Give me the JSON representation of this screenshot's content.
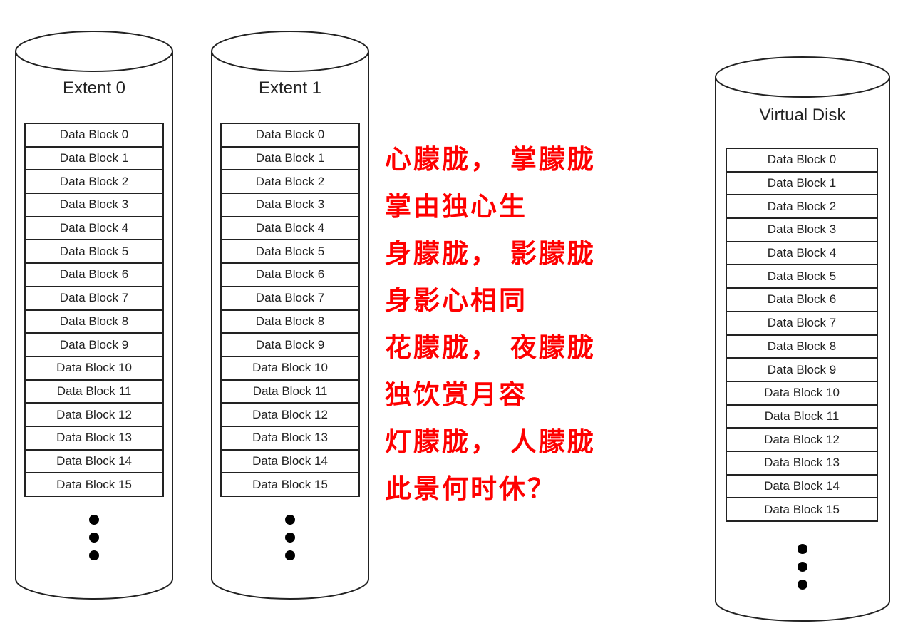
{
  "cylinders": [
    {
      "id": "extent-0",
      "title": "Extent 0",
      "blocks": [
        "Data Block 0",
        "Data Block 1",
        "Data Block 2",
        "Data Block 3",
        "Data Block 4",
        "Data Block 5",
        "Data Block 6",
        "Data Block 7",
        "Data Block 8",
        "Data Block 9",
        "Data Block 10",
        "Data Block 11",
        "Data Block 12",
        "Data Block 13",
        "Data Block 14",
        "Data Block 15"
      ]
    },
    {
      "id": "extent-1",
      "title": "Extent 1",
      "blocks": [
        "Data Block 0",
        "Data Block 1",
        "Data Block 2",
        "Data Block 3",
        "Data Block 4",
        "Data Block 5",
        "Data Block 6",
        "Data Block 7",
        "Data Block 8",
        "Data Block 9",
        "Data Block 10",
        "Data Block 11",
        "Data Block 12",
        "Data Block 13",
        "Data Block 14",
        "Data Block 15"
      ]
    },
    {
      "id": "virtual-disk",
      "title": "Virtual Disk",
      "blocks": [
        "Data Block 0",
        "Data Block 1",
        "Data Block 2",
        "Data Block 3",
        "Data Block 4",
        "Data Block 5",
        "Data Block 6",
        "Data Block 7",
        "Data Block 8",
        "Data Block 9",
        "Data Block 10",
        "Data Block 11",
        "Data Block 12",
        "Data Block 13",
        "Data Block 14",
        "Data Block 15"
      ]
    }
  ],
  "poem": {
    "color": "#ff0000",
    "lines": [
      "心朦胧， 掌朦胧",
      "掌由独心生",
      "身朦胧， 影朦胧",
      "身影心相同",
      "花朦胧， 夜朦胧",
      "独饮赏月容",
      "灯朦胧， 人朦胧",
      "此景何时休？"
    ]
  }
}
